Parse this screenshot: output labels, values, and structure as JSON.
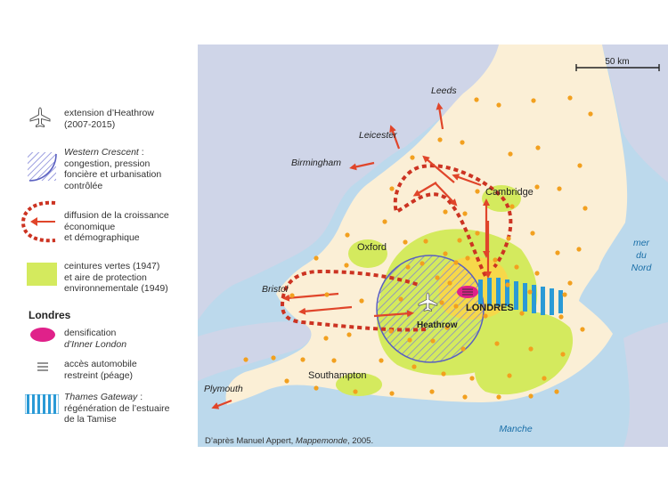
{
  "legend": {
    "heathrow": {
      "line1": "extension d’Heathrow",
      "line2": "(2007-2015)"
    },
    "crescent": {
      "title": "Western Crescent",
      "title_suffix": " :",
      "line2": "congestion, pression",
      "line3": "foncière et urbanisation",
      "line4": "contrôlée"
    },
    "diffusion": {
      "line1": "diffusion de la croissance",
      "line2": "économique",
      "line3": "et démographique"
    },
    "green": {
      "line1": "ceintures vertes (1947)",
      "line2": "et aire de protection",
      "line3": "environnementale (1949)"
    },
    "section_title": "Londres",
    "densification": {
      "line1": "densification",
      "line2": "d’Inner London"
    },
    "access": {
      "line1": "accès automobile",
      "line2": "restreint (péage)"
    },
    "gateway": {
      "title": "Thames Gateway",
      "title_suffix": " :",
      "line2": "régénération de l’estuaire",
      "line3": "de la Tamise"
    }
  },
  "map": {
    "scale": "50 km",
    "cities": {
      "leeds": "Leeds",
      "leicester": "Leicester",
      "birmingham": "Birmingham",
      "cambridge": "Cambridge",
      "oxford": "Oxford",
      "bristol": "Bristol",
      "heathrow": "Heathrow",
      "londres": "LONDRES",
      "southampton": "Southampton",
      "plymouth": "Plymouth"
    },
    "sea": {
      "mer1": "mer",
      "mer2": "du",
      "mer3": "Nord",
      "manche": "Manche"
    }
  },
  "credit": {
    "prefix": "D’après Manuel Appert, ",
    "source": "Mappemonde",
    "suffix": ", 2005."
  },
  "colors": {
    "sea": "#bcd9ec",
    "land_other": "#cfd5e8",
    "land_region": "#fbefd6",
    "green_belt": "#d4ea5e",
    "london_core": "#f6d84a",
    "arrow_red": "#e0452a",
    "diffusion_red": "#cc3322",
    "dot": "#f2a01f",
    "crescent_blue": "#5a60c0",
    "densification_pink": "#e0218a",
    "gateway_blue": "#2a9ad6"
  }
}
